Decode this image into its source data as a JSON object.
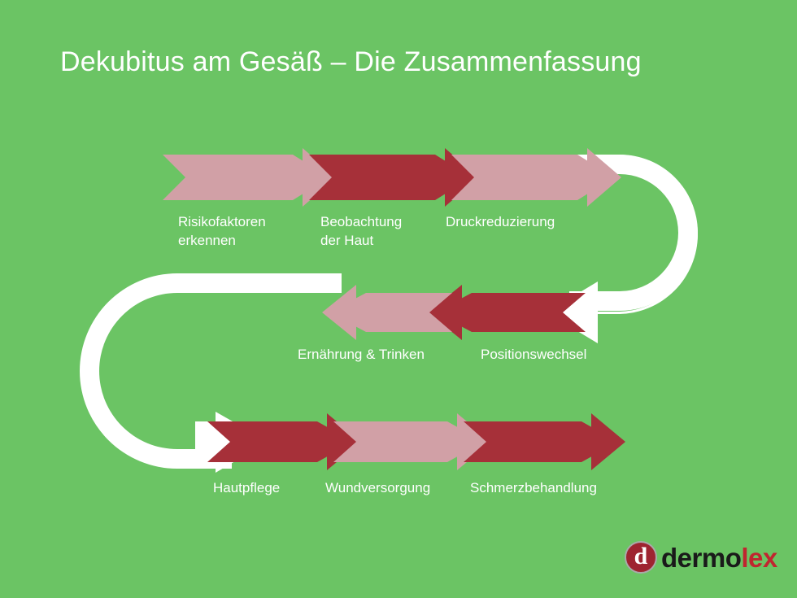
{
  "slide": {
    "title": "Dekubitus am Gesäß – Die Zusammenfassung",
    "background_color": "#6bc464"
  },
  "colors": {
    "background_green": "#6bc464",
    "arrow_light_pink": "#d1a0a6",
    "arrow_dark_red": "#a63039",
    "connector_white": "#ffffff",
    "label_text": "#ffffff",
    "logo_dark_red": "#9e2430",
    "logo_red": "#c0262f",
    "logo_black": "#1a1a1a"
  },
  "flow": {
    "rows": [
      {
        "direction": "right",
        "steps": [
          {
            "label": "Risikofaktoren\nerkennen",
            "color": "#d1a0a6"
          },
          {
            "label": "Beobachtung\nder Haut",
            "color": "#a63039"
          },
          {
            "label": "Druckreduzierung",
            "color": "#d1a0a6"
          }
        ]
      },
      {
        "direction": "left",
        "steps": [
          {
            "label": "Ernährung & Trinken",
            "color": "#d1a0a6"
          },
          {
            "label": "Positionswechsel",
            "color": "#a63039"
          }
        ]
      },
      {
        "direction": "right",
        "steps": [
          {
            "label": "Hautpflege",
            "color": "#a63039"
          },
          {
            "label": "Wundversorgung",
            "color": "#d1a0a6"
          },
          {
            "label": "Schmerzbehandlung",
            "color": "#a63039"
          }
        ]
      }
    ],
    "connectors": [
      {
        "name": "right-u-turn",
        "color": "#ffffff"
      },
      {
        "name": "left-u-turn",
        "color": "#ffffff"
      }
    ]
  },
  "logo": {
    "badge_letter": "d",
    "word_part_one": "dermo",
    "word_part_two": "lex"
  }
}
